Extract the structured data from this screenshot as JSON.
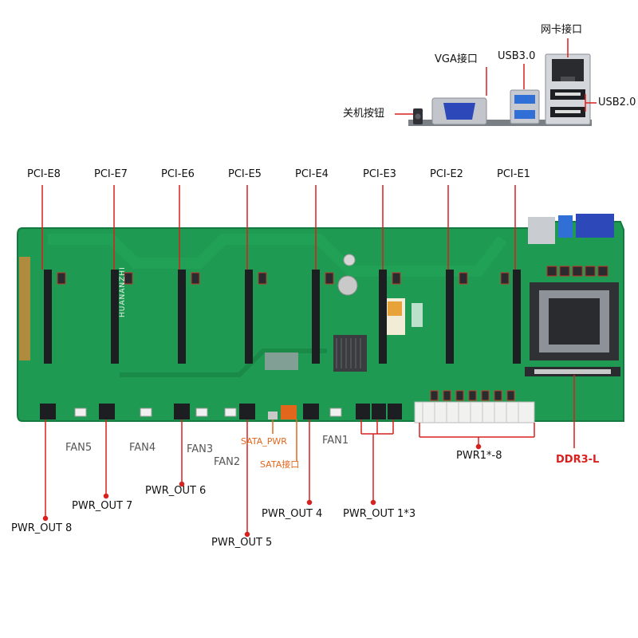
{
  "top_labels": {
    "lan_port": "网卡接口",
    "vga_port": "VGA接口",
    "usb30": "USB3.0",
    "usb20": "USB2.0",
    "power_button": "关机按钮"
  },
  "board_logo": "HUANANZHI",
  "pci_slots": [
    "PCI-E8",
    "PCI-E7",
    "PCI-E6",
    "PCI-E5",
    "PCI-E4",
    "PCI-E3",
    "PCI-E2",
    "PCI-E1"
  ],
  "fans": [
    "FAN5",
    "FAN4",
    "FAN3",
    "FAN2",
    "FAN1"
  ],
  "sata_pwr": "SATA_PWR",
  "sata_port": "SATA接口",
  "pwr_outs": [
    "PWR_OUT 8",
    "PWR_OUT 7",
    "PWR_OUT 6",
    "PWR_OUT 5",
    "PWR_OUT 4",
    "PWR_OUT 1*3"
  ],
  "pwr_main": "PWR1*-8",
  "memory": "DDR3-L",
  "colors": {
    "board": "#1f9a52",
    "board_dark": "#167a40",
    "leader_line": "#d8201e",
    "sata_label": "#e2671c",
    "memory_label": "#d8201e"
  }
}
